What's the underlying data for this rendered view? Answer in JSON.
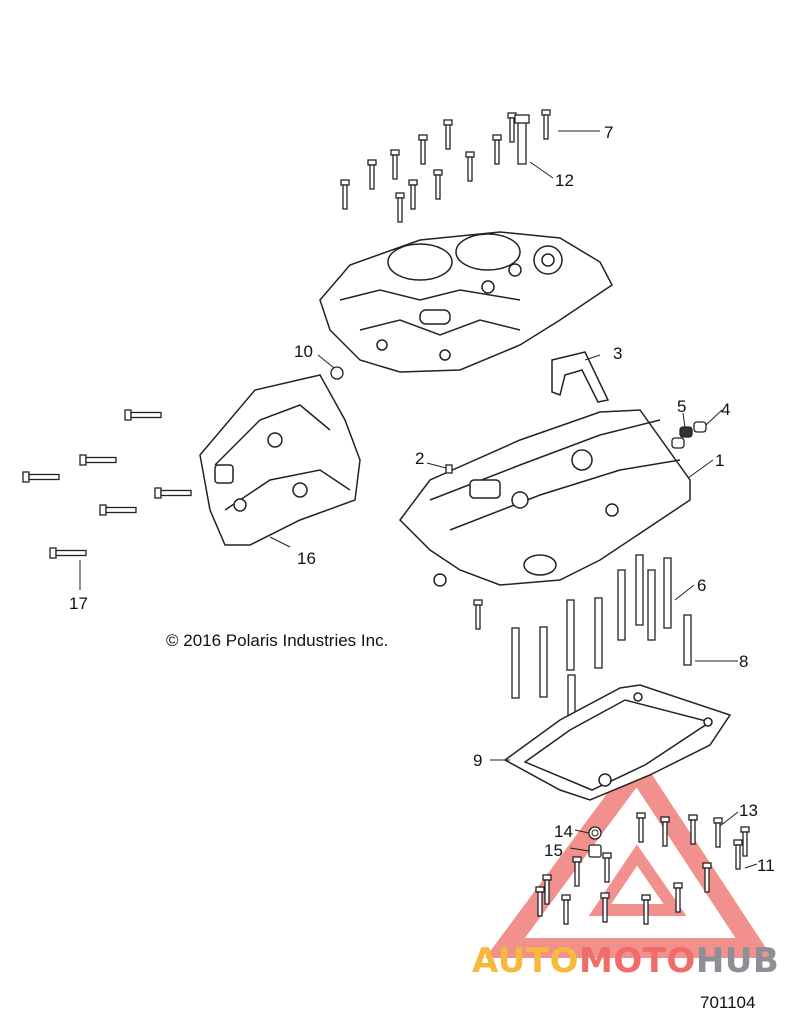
{
  "diagram": {
    "callouts": [
      {
        "id": "1",
        "label": "1"
      },
      {
        "id": "2",
        "label": "2"
      },
      {
        "id": "3",
        "label": "3"
      },
      {
        "id": "4",
        "label": "4"
      },
      {
        "id": "5",
        "label": "5"
      },
      {
        "id": "6",
        "label": "6"
      },
      {
        "id": "7",
        "label": "7"
      },
      {
        "id": "8",
        "label": "8"
      },
      {
        "id": "9",
        "label": "9"
      },
      {
        "id": "10",
        "label": "10"
      },
      {
        "id": "11",
        "label": "11"
      },
      {
        "id": "12",
        "label": "12"
      },
      {
        "id": "13",
        "label": "13"
      },
      {
        "id": "14",
        "label": "14"
      },
      {
        "id": "15",
        "label": "15"
      },
      {
        "id": "16",
        "label": "16"
      },
      {
        "id": "17",
        "label": "17"
      }
    ],
    "copyright": "© 2016 Polaris Industries Inc.",
    "part_number": "701104"
  },
  "watermark": {
    "part1": "AUTO",
    "part2": "MOTO",
    "part3": "HUB",
    "colors": {
      "orange": "#f6b93c",
      "red": "#ef6c68",
      "gray": "#8e8e96"
    }
  }
}
